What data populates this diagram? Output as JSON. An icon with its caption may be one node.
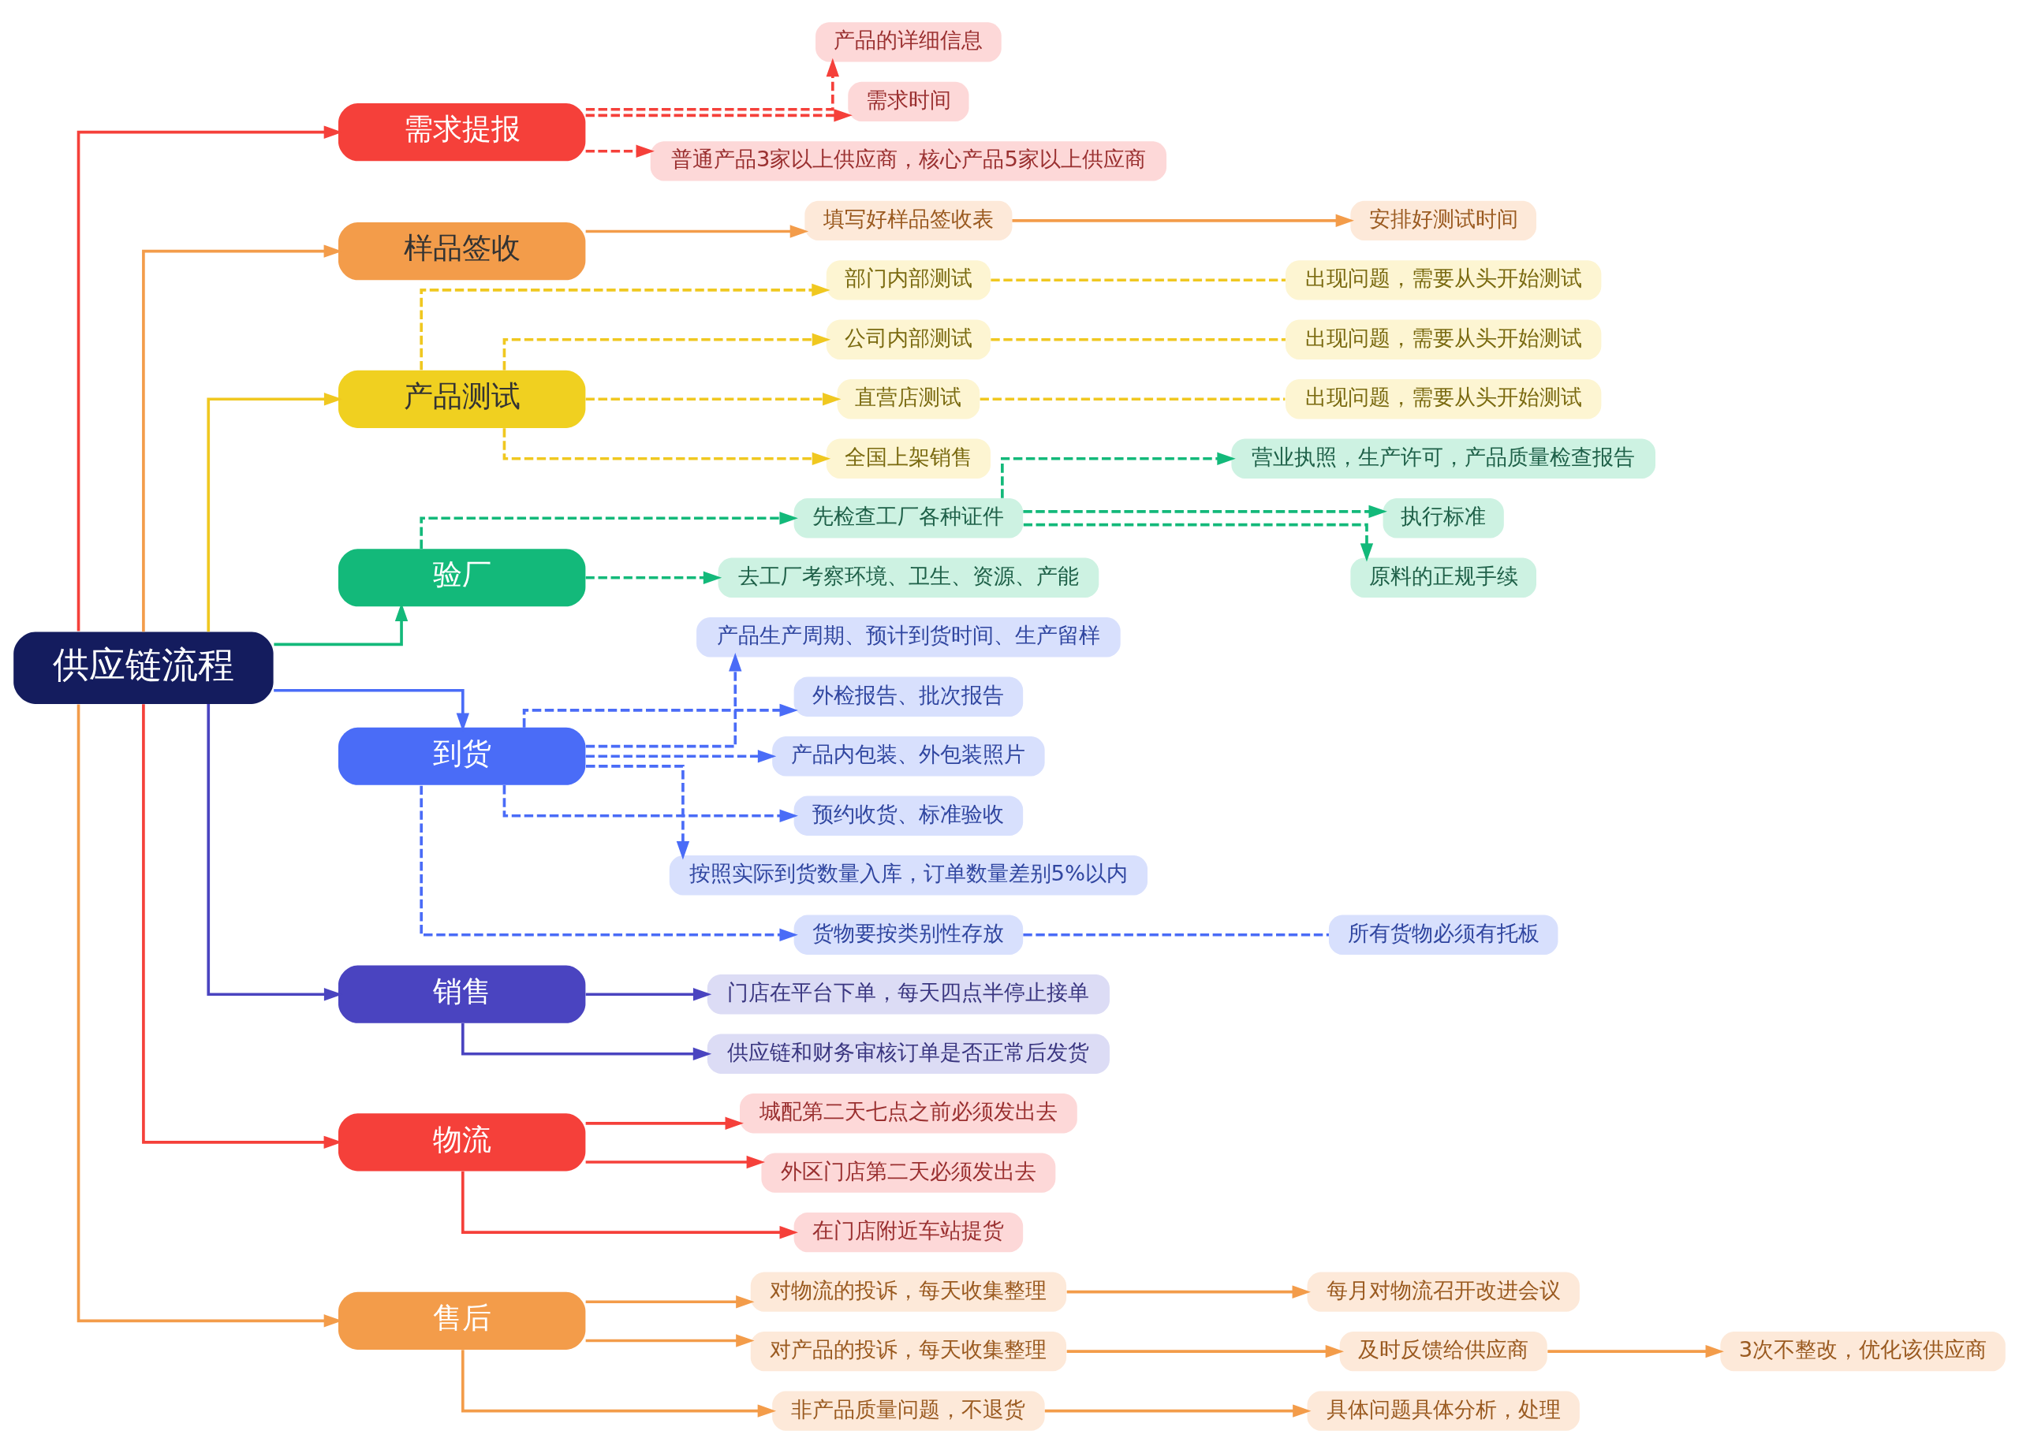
{
  "diagram": {
    "nodes": [
      {
        "text": [
          "供应链流程"
        ]
      },
      {
        "text": [
          "需求提报"
        ]
      },
      {
        "text": [
          "产品的详细信息"
        ]
      },
      {
        "text": [
          "需求时间"
        ]
      },
      {
        "text": [
          "普通产品3家以上供应商，核心产品5家以上供应商"
        ]
      },
      {
        "text": [
          "样品签收"
        ]
      },
      {
        "text": [
          "填写好样品签收表"
        ]
      },
      {
        "text": [
          "安排好测试时间"
        ]
      },
      {
        "text": [
          "产品测试"
        ]
      },
      {
        "text": [
          "部门内部测试"
        ]
      },
      {
        "text": [
          "出现问题，需要从头开始测试"
        ]
      },
      {
        "text": [
          "公司内部测试"
        ]
      },
      {
        "text": [
          "出现问题，需要从头开始测试"
        ]
      },
      {
        "text": [
          "直营店测试"
        ]
      },
      {
        "text": [
          "出现问题，需要从头开始测试"
        ]
      },
      {
        "text": [
          "全国上架销售"
        ]
      },
      {
        "text": [
          "验厂"
        ]
      },
      {
        "text": [
          "先检查工厂各种证件"
        ]
      },
      {
        "text": [
          "营业执照，生产许可，产品质量检查报告"
        ]
      },
      {
        "text": [
          "执行标准"
        ]
      },
      {
        "text": [
          "原料的正规手续"
        ]
      },
      {
        "text": [
          "去工厂考察环境、卫生、资源、产能"
        ]
      },
      {
        "text": [
          "到货"
        ]
      },
      {
        "text": [
          "产品生产周期、预计到货时间、生产留样"
        ]
      },
      {
        "text": [
          "外检报告、批次报告"
        ]
      },
      {
        "text": [
          "产品内包装、外包装照片"
        ]
      },
      {
        "text": [
          "预约收货、标准验收"
        ]
      },
      {
        "text": [
          "按照实际到货数量入库，订单数量差别5%以内"
        ]
      },
      {
        "text": [
          "货物要按类别性存放"
        ]
      },
      {
        "text": [
          "所有货物必须有托板"
        ]
      },
      {
        "text": [
          "销售"
        ]
      },
      {
        "text": [
          "门店在平台下单，每天四点半停止接单"
        ]
      },
      {
        "text": [
          "供应链和财务审核订单是否正常后发货"
        ]
      },
      {
        "text": [
          "物流"
        ]
      },
      {
        "text": [
          "城配第二天七点之前必须发出去"
        ]
      },
      {
        "text": [
          "外区门店第二天必须发出去"
        ]
      },
      {
        "text": [
          "在门店附近车站提货"
        ]
      },
      {
        "text": [
          "售后"
        ]
      },
      {
        "text": [
          "对物流的投诉，每天收集整理"
        ]
      },
      {
        "text": [
          "每月对物流召开改进会议"
        ]
      },
      {
        "text": [
          "对产品的投诉，每天收集整理"
        ]
      },
      {
        "text": [
          "及时反馈给供应商"
        ]
      },
      {
        "text": [
          "3次不整改，优化该供应商"
        ]
      },
      {
        "text": [
          "非产品质量问题，不退货"
        ]
      },
      {
        "text": [
          "具体问题具体分析，处理"
        ]
      }
    ],
    "edges": [
      {
        "from": 0,
        "to": 1,
        "arrow": "to",
        "color": "#f5403a"
      },
      {
        "from": 0,
        "to": 5,
        "arrow": "to",
        "color": "#f39c4a"
      },
      {
        "from": 0,
        "to": 8,
        "arrow": "to",
        "color": "#f0c820"
      },
      {
        "from": 0,
        "to": 16,
        "arrow": "to",
        "color": "#13b97a"
      },
      {
        "from": 0,
        "to": 22,
        "arrow": "to",
        "color": "#4a6cf7"
      },
      {
        "from": 0,
        "to": 30,
        "arrow": "to",
        "color": "#4a44c0"
      },
      {
        "from": 0,
        "to": 33,
        "arrow": "to",
        "color": "#f5403a"
      },
      {
        "from": 0,
        "to": 37,
        "arrow": "to",
        "color": "#f39c4a"
      },
      {
        "from": 1,
        "to": 2,
        "arrow": "to",
        "style": "dashed",
        "color": "#f5403a"
      },
      {
        "from": 1,
        "to": 3,
        "arrow": "to",
        "style": "dashed",
        "color": "#f5403a"
      },
      {
        "from": 1,
        "to": 4,
        "arrow": "to",
        "style": "dashed",
        "color": "#f5403a"
      },
      {
        "from": 5,
        "to": 6,
        "arrow": "to",
        "color": "#f39c4a"
      },
      {
        "from": 6,
        "to": 7,
        "arrow": "to",
        "color": "#f39c4a"
      },
      {
        "from": 8,
        "to": 9,
        "arrow": "to",
        "style": "dashed",
        "color": "#f0c820"
      },
      {
        "from": 9,
        "to": 10,
        "arrow": "none",
        "style": "dashed",
        "color": "#f0c820"
      },
      {
        "from": 8,
        "to": 11,
        "arrow": "to",
        "style": "dashed",
        "color": "#f0c820"
      },
      {
        "from": 11,
        "to": 12,
        "arrow": "none",
        "style": "dashed",
        "color": "#f0c820"
      },
      {
        "from": 8,
        "to": 13,
        "arrow": "to",
        "style": "dashed",
        "color": "#f0c820"
      },
      {
        "from": 13,
        "to": 14,
        "arrow": "none",
        "style": "dashed",
        "color": "#f0c820"
      },
      {
        "from": 8,
        "to": 15,
        "arrow": "to",
        "style": "dashed",
        "color": "#f0c820"
      },
      {
        "from": 16,
        "to": 17,
        "arrow": "to",
        "style": "dashed",
        "color": "#13b97a"
      },
      {
        "from": 17,
        "to": 18,
        "arrow": "to",
        "style": "dashed",
        "color": "#13b97a"
      },
      {
        "from": 17,
        "to": 19,
        "arrow": "to",
        "style": "dashed",
        "color": "#13b97a"
      },
      {
        "from": 17,
        "to": 20,
        "arrow": "to",
        "style": "dashed",
        "color": "#13b97a"
      },
      {
        "from": 16,
        "to": 21,
        "arrow": "to",
        "style": "dashed",
        "color": "#13b97a"
      },
      {
        "from": 22,
        "to": 23,
        "arrow": "to",
        "style": "dashed",
        "color": "#4a6cf7"
      },
      {
        "from": 22,
        "to": 24,
        "arrow": "to",
        "style": "dashed",
        "color": "#4a6cf7"
      },
      {
        "from": 22,
        "to": 25,
        "arrow": "to",
        "style": "dashed",
        "color": "#4a6cf7"
      },
      {
        "from": 22,
        "to": 26,
        "arrow": "to",
        "style": "dashed",
        "color": "#4a6cf7"
      },
      {
        "from": 22,
        "to": 27,
        "arrow": "to",
        "style": "dashed",
        "color": "#4a6cf7"
      },
      {
        "from": 22,
        "to": 28,
        "arrow": "to",
        "style": "dashed",
        "color": "#4a6cf7"
      },
      {
        "from": 28,
        "to": 29,
        "arrow": "none",
        "style": "dashed",
        "color": "#4a6cf7"
      },
      {
        "from": 30,
        "to": 31,
        "arrow": "to",
        "color": "#4a44c0"
      },
      {
        "from": 30,
        "to": 32,
        "arrow": "to",
        "color": "#4a44c0"
      },
      {
        "from": 33,
        "to": 34,
        "arrow": "to",
        "color": "#f5403a"
      },
      {
        "from": 33,
        "to": 35,
        "arrow": "to",
        "color": "#f5403a"
      },
      {
        "from": 33,
        "to": 36,
        "arrow": "to",
        "color": "#f5403a"
      },
      {
        "from": 37,
        "to": 38,
        "arrow": "to",
        "color": "#f39c4a"
      },
      {
        "from": 38,
        "to": 39,
        "arrow": "to",
        "color": "#f39c4a"
      },
      {
        "from": 37,
        "to": 40,
        "arrow": "to",
        "color": "#f39c4a"
      },
      {
        "from": 40,
        "to": 41,
        "arrow": "to",
        "color": "#f39c4a"
      },
      {
        "from": 41,
        "to": 42,
        "arrow": "to",
        "color": "#f39c4a"
      },
      {
        "from": 37,
        "to": 43,
        "arrow": "to",
        "color": "#f39c4a"
      },
      {
        "from": 43,
        "to": 44,
        "arrow": "to",
        "color": "#f39c4a"
      }
    ]
  }
}
